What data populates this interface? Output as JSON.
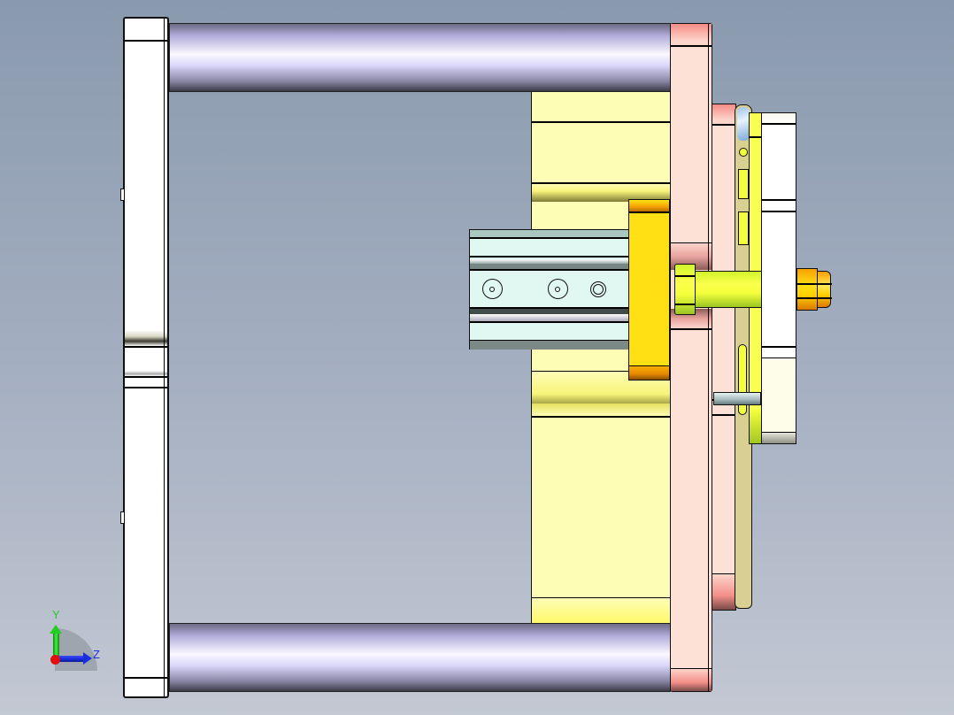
{
  "app": {
    "view": "CAD model viewport (side view of mold assembly)"
  },
  "viewport": {
    "background_top": "#8a9aae",
    "background_bottom": "#c3c8d3"
  },
  "triad": {
    "y_label": "Y",
    "z_label": "Z",
    "colors": {
      "y": "#22cc22",
      "z": "#1a2ee0",
      "x": "#e01010"
    }
  },
  "parts": {
    "guide_rod_top": {
      "color": "#d9d6fa"
    },
    "guide_rod_bottom": {
      "color": "#d9d6fa"
    },
    "left_clamp_plate": {
      "color": "#ffffff"
    },
    "spacer_block": {
      "color": "#fefdb5"
    },
    "moving_plate": {
      "color": "#fde0d6"
    },
    "ejector_cylinder": {
      "color": "#e0f7f2"
    },
    "cylinder_flange": {
      "color": "#ffe015"
    },
    "sprue_bushing_shaft": {
      "color": "#f4ff3c"
    },
    "nozzle_tip": {
      "color": "#ffb400"
    },
    "cavity_insert": {
      "color": "#d9cf92"
    },
    "fixed_plate": {
      "color": "#ffffff"
    }
  }
}
